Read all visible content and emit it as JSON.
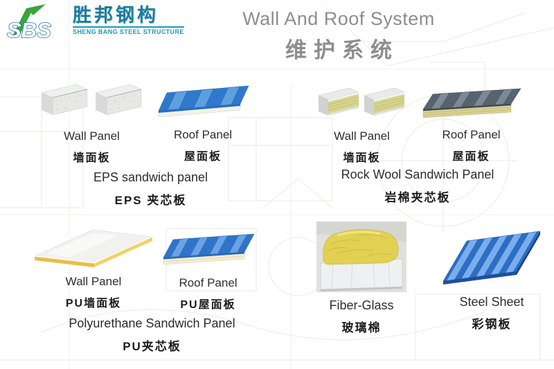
{
  "logo": {
    "mark": "SBS",
    "company_zh": "胜邦钢构",
    "company_en": "SHENG BANG STEEL STRUCTURE"
  },
  "header": {
    "title_en": "Wall And Roof System",
    "title_zh": "维护系统"
  },
  "products": {
    "eps_wall": {
      "en": "Wall Panel",
      "zh": "墙面板"
    },
    "eps_roof": {
      "en": "Roof Panel",
      "zh": "屋面板"
    },
    "rockwool_wall": {
      "en": "Wall Panel",
      "zh": "墙面板"
    },
    "rockwool_roof": {
      "en": "Roof Panel",
      "zh": "屋面板"
    },
    "pu_wall": {
      "en": "Wall Panel",
      "zh": "PU墙面板"
    },
    "pu_roof": {
      "en": "Roof Panel",
      "zh": "PU屋面板"
    },
    "fiberglass": {
      "en": "Fiber-Glass",
      "zh": "玻璃棉"
    },
    "steel_sheet": {
      "en": "Steel Sheet",
      "zh": "彩钢板"
    }
  },
  "sections": {
    "eps": {
      "en": "EPS sandwich panel",
      "zh": "EPS 夹芯板"
    },
    "rockwool": {
      "en": "Rock Wool Sandwich Panel",
      "zh": "岩棉夹芯板"
    },
    "pu": {
      "en": "Polyurethane Sandwich Panel",
      "zh": "PU夹芯板"
    }
  },
  "colors": {
    "panel_blue": "#2e74c8",
    "steel_blue": "#2d6ec5",
    "foam_white": "#f3f2ea",
    "pu_yellow": "#e7bf49",
    "wool_yellow": "#d6d48e",
    "fiberglass_yellow": "#e2d052",
    "logo_teal": "#1d7c9e",
    "logo_green": "#3aa53b",
    "title_gray": "#8d8d8d"
  }
}
